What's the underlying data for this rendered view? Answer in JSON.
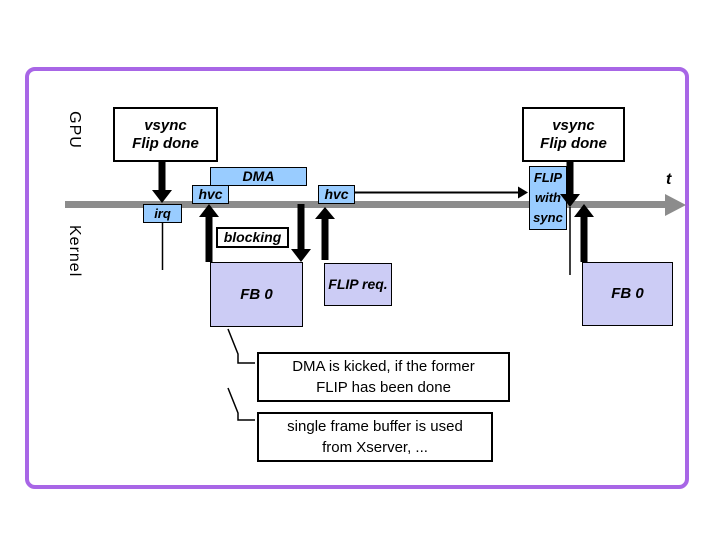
{
  "slide": {
    "type": "timing-diagram",
    "lanes": {
      "top_label": "GPU",
      "bottom_label": "Kernel"
    },
    "time_axis": {
      "label": "t"
    }
  },
  "gpu_events": {
    "vsync1": {
      "line1": "vsync",
      "line2": "Flip done"
    },
    "vsync2": {
      "line1": "vsync",
      "line2": "Flip done"
    }
  },
  "timeline_boxes": {
    "dma": "DMA",
    "hvc1": "hvc",
    "hvc2": "hvc",
    "irq": "irq",
    "flip_with_sync": {
      "line1": "FLIP",
      "line2": "with",
      "line3": "sync"
    }
  },
  "kernel_items": {
    "blocking": "blocking",
    "fb0_left": "FB 0",
    "flip_req": "FLIP req.",
    "fb0_right": "FB 0"
  },
  "annotations": {
    "note1": {
      "line1": "DMA is kicked, if the former",
      "line2": "FLIP has been done"
    },
    "note2": {
      "line1": "single frame buffer is used",
      "line2": "from Xserver, ..."
    }
  },
  "colors": {
    "frame_purple": "#A866E6",
    "event_blue": "#99CCFF",
    "framebuffer_lavender": "#CCCCF5",
    "timeline_gray": "#8C8C8C",
    "arrow_black": "#000000",
    "background": "#FFFFFF"
  }
}
